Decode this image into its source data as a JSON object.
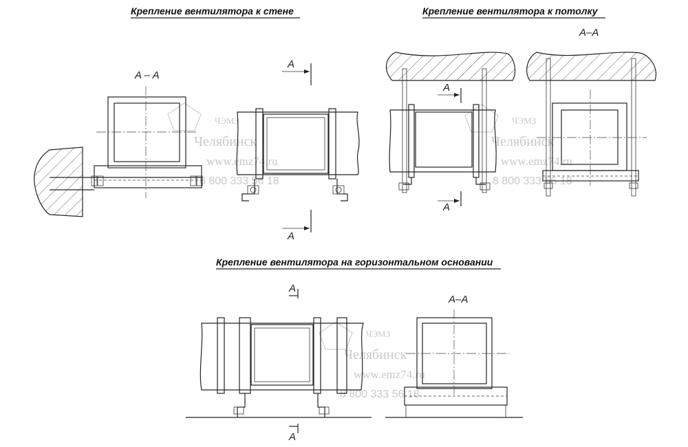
{
  "titles": {
    "wall": "Крепление вентилятора к стене",
    "ceiling": "Крепление вентилятора к потолку",
    "base": "Крепление вентилятора на горизонтальном основании"
  },
  "labels": {
    "section_aa": "A – A",
    "section_aa_compact": "A–A",
    "arrow_a": "A"
  },
  "watermark": {
    "company": "ЧЭМЗ",
    "city": "Челябинск",
    "site": "www.emz74.ru",
    "phone": "8 800 333 56 18"
  }
}
